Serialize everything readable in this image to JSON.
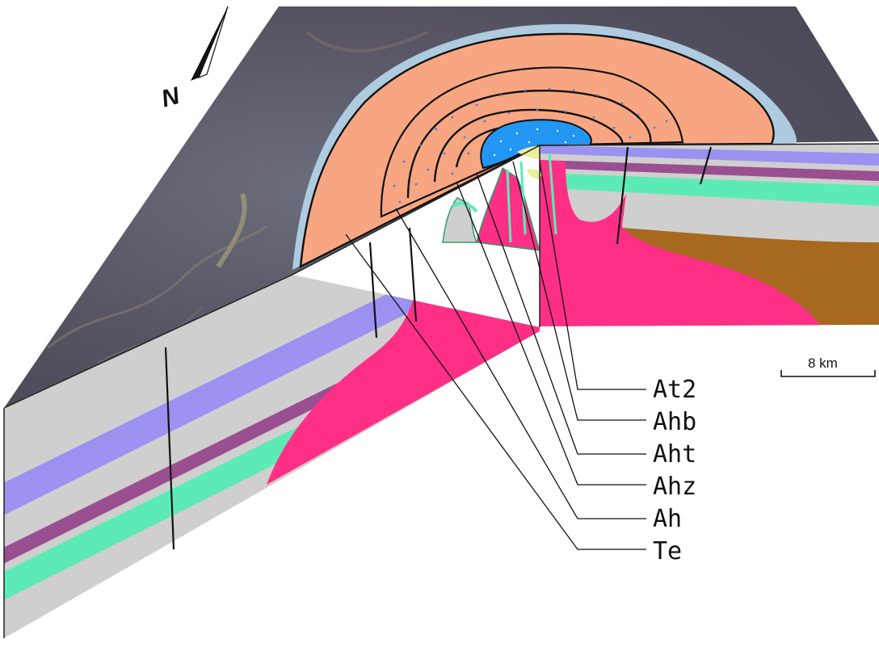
{
  "legend_labels": [
    "At2",
    "Ahb",
    "Aht",
    "Ahz",
    "Ah",
    "Te"
  ],
  "scale_bar": {
    "label": "8 km"
  },
  "north_arrow": {
    "label": "N"
  },
  "colors": {
    "satellite": "#5e5a66",
    "sediment_light": "#aecbe0",
    "ring_salmon": "#f7a681",
    "core_blue": "#2196f3",
    "magma_pink": "#ff2f86",
    "basement_brown": "#a7691f",
    "layer_gray": "#cfcfcf",
    "band_lavender": "#9a91f0",
    "band_purple": "#9a4f90",
    "band_mint": "#5cebb5",
    "sand_yellow": "#ecee9a"
  }
}
